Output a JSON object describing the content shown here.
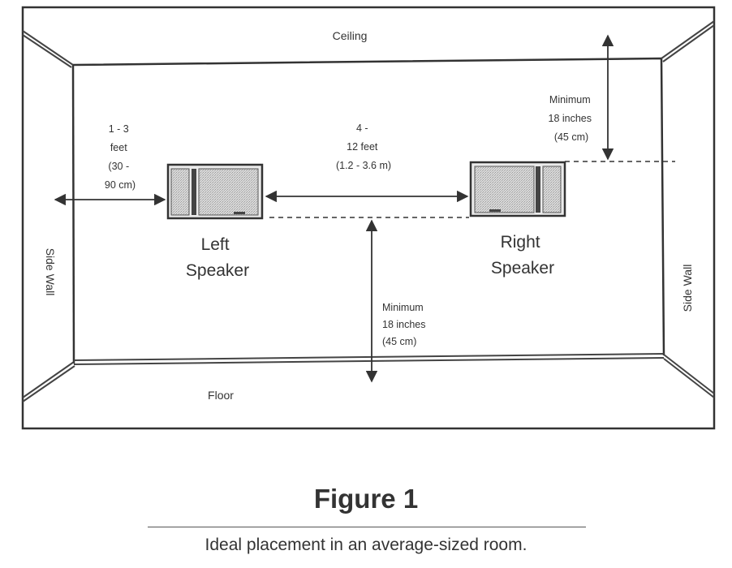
{
  "diagram": {
    "ceiling": "Ceiling",
    "floor": "Floor",
    "side_wall_left": "Side Wall",
    "side_wall_right": "Side Wall",
    "left_speaker": [
      "Left",
      "Speaker"
    ],
    "right_speaker": [
      "Right",
      "Speaker"
    ],
    "side_distance": [
      "1 - 3",
      "feet",
      "(30 -",
      "90 cm)"
    ],
    "between_distance": [
      "4 -",
      "12 feet",
      "(1.2 - 3.6 m)"
    ],
    "ceiling_clearance": [
      "Minimum",
      "18 inches",
      "(45 cm)"
    ],
    "floor_clearance": [
      "Minimum",
      "18 inches",
      "(45 cm)"
    ]
  },
  "caption": {
    "title": "Figure 1",
    "text": "Ideal placement in an average-sized room."
  }
}
